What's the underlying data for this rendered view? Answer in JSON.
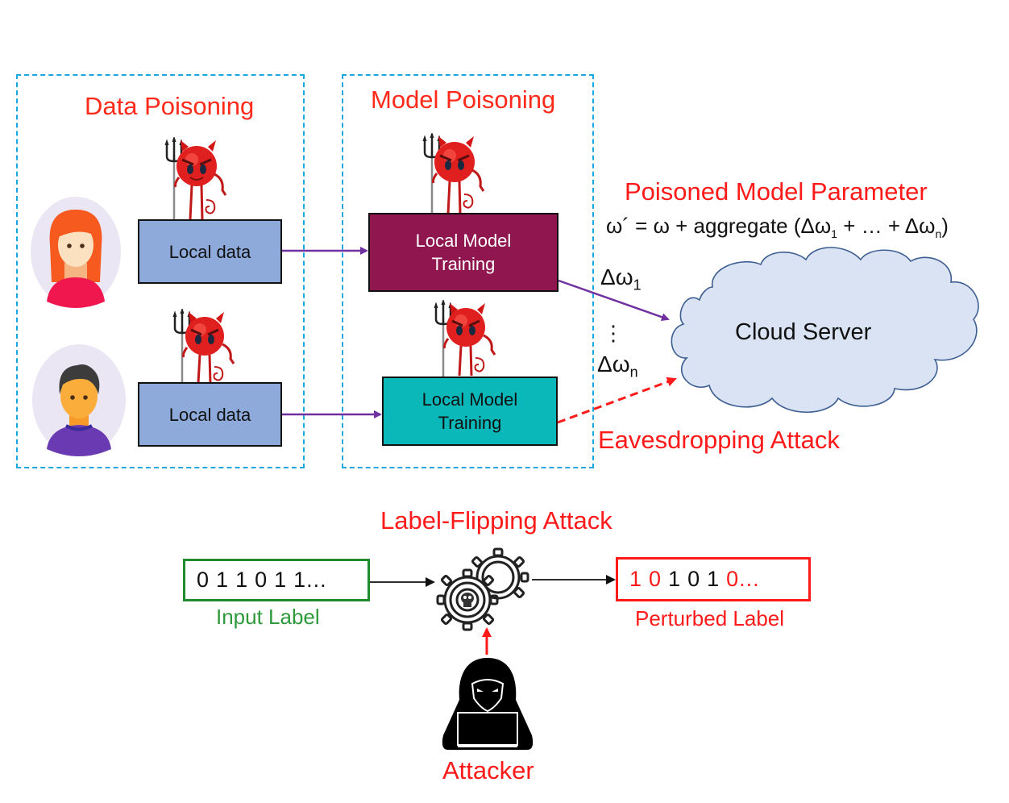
{
  "panels": {
    "data_poisoning": {
      "title": "Data Poisoning"
    },
    "model_poisoning": {
      "title": "Model Poisoning"
    }
  },
  "clients": [
    {
      "avatar": "woman-avatar",
      "local_data_label": "Local data",
      "training_label_line1": "Local Model",
      "training_label_line2": "Training",
      "training_state": "poisoned"
    },
    {
      "avatar": "man-avatar",
      "local_data_label": "Local data",
      "training_label_line1": "Local Model",
      "training_label_line2": "Training",
      "training_state": "clean"
    }
  ],
  "server": {
    "label": "Cloud Server",
    "poisoned_title": "Poisoned Model Parameter",
    "formula": {
      "lhs": "ω´ = ω + aggregate (Δω",
      "sub1": "1",
      "mid": " + … + Δω",
      "subn": "n",
      "end": ")"
    },
    "update_1": {
      "base": "Δω",
      "sub": "1"
    },
    "ellipsis": "⋮",
    "update_n": {
      "base": "Δω",
      "sub": "n"
    },
    "eavesdrop_label": "Eavesdropping Attack"
  },
  "label_flipping": {
    "title": "Label-Flipping Attack",
    "input_bits": [
      "0",
      "1",
      "1",
      "0",
      "1",
      "1..."
    ],
    "input_caption": "Input Label",
    "output_bits": [
      {
        "v": "1",
        "flipped": true
      },
      {
        "v": "0",
        "flipped": true
      },
      {
        "v": "1",
        "flipped": false
      },
      {
        "v": "0",
        "flipped": false
      },
      {
        "v": "1",
        "flipped": false
      },
      {
        "v": "0...",
        "flipped": true
      }
    ],
    "output_caption": "Perturbed Label",
    "attacker_label": "Attacker"
  },
  "colors": {
    "attack_red": "#ff1a1a",
    "title_red": "#ff2a1a",
    "panel_dash": "#1aa7e0",
    "local_data": "#8eaadb",
    "poisoned_training": "#901650",
    "clean_training": "#0ab7b9",
    "cloud_fill": "#d9e3f3",
    "cloud_stroke": "#3d5e91",
    "arrow_purple": "#7030a0",
    "input_green": "#1f8a2e",
    "caption_green": "#2e9a3c"
  }
}
